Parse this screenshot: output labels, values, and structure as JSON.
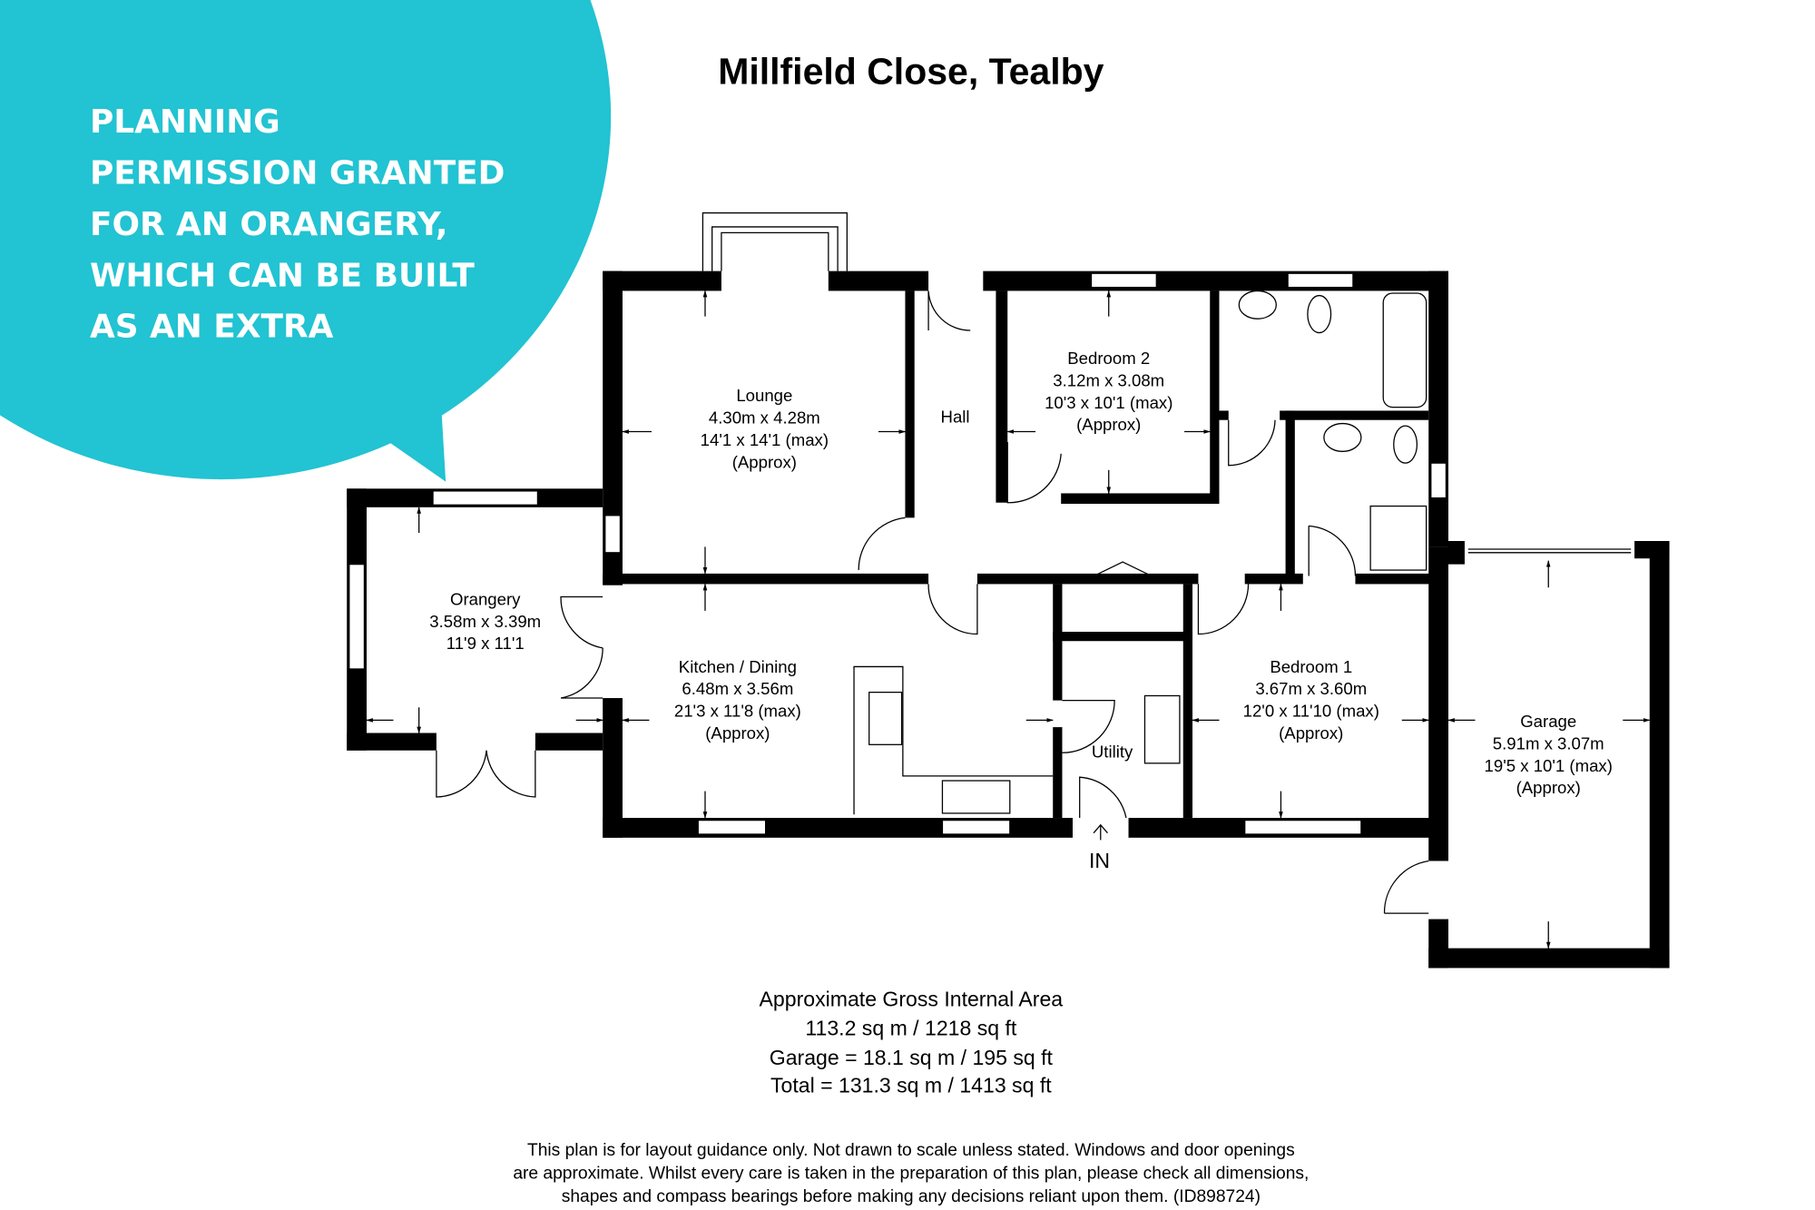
{
  "colors": {
    "bubble": "#22C3D2",
    "walls": "#000000"
  },
  "banner": {
    "lines": [
      "PLANNING",
      "PERMISSION GRANTED",
      "FOR AN ORANGERY,",
      "WHICH CAN BE BUILT",
      "AS AN EXTRA"
    ]
  },
  "title": "Millfield Close, Tealby",
  "rooms": {
    "lounge": [
      "Lounge",
      "4.30m x 4.28m",
      "14'1 x 14'1 (max)",
      "(Approx)"
    ],
    "hall": [
      "Hall"
    ],
    "bedroom2": [
      "Bedroom 2",
      "3.12m x 3.08m",
      "10'3 x 10'1 (max)",
      "(Approx)"
    ],
    "orangery": [
      "Orangery",
      "3.58m x 3.39m",
      "11'9 x 11'1"
    ],
    "kitchen": [
      "Kitchen / Dining",
      "6.48m x 3.56m",
      "21'3 x 11'8 (max)",
      "(Approx)"
    ],
    "utility": [
      "Utility"
    ],
    "bedroom1": [
      "Bedroom 1",
      "3.67m x 3.60m",
      "12'0 x 11'10 (max)",
      "(Approx)"
    ],
    "garage": [
      "Garage",
      "5.91m x 3.07m",
      "19'5 x 10'1 (max)",
      "(Approx)"
    ]
  },
  "entrance": "IN",
  "area": [
    "Approximate Gross Internal Area",
    "113.2 sq m / 1218 sq ft",
    "Garage = 18.1 sq m / 195 sq ft",
    "Total = 131.3 sq m / 1413 sq ft"
  ],
  "disclaimer": [
    "This plan is for layout guidance only. Not drawn to scale unless stated. Windows and door openings",
    "are approximate. Whilst every care is taken in the preparation of this plan, please check all dimensions,",
    "shapes and compass bearings before making any decisions reliant upon them. (ID898724)"
  ]
}
